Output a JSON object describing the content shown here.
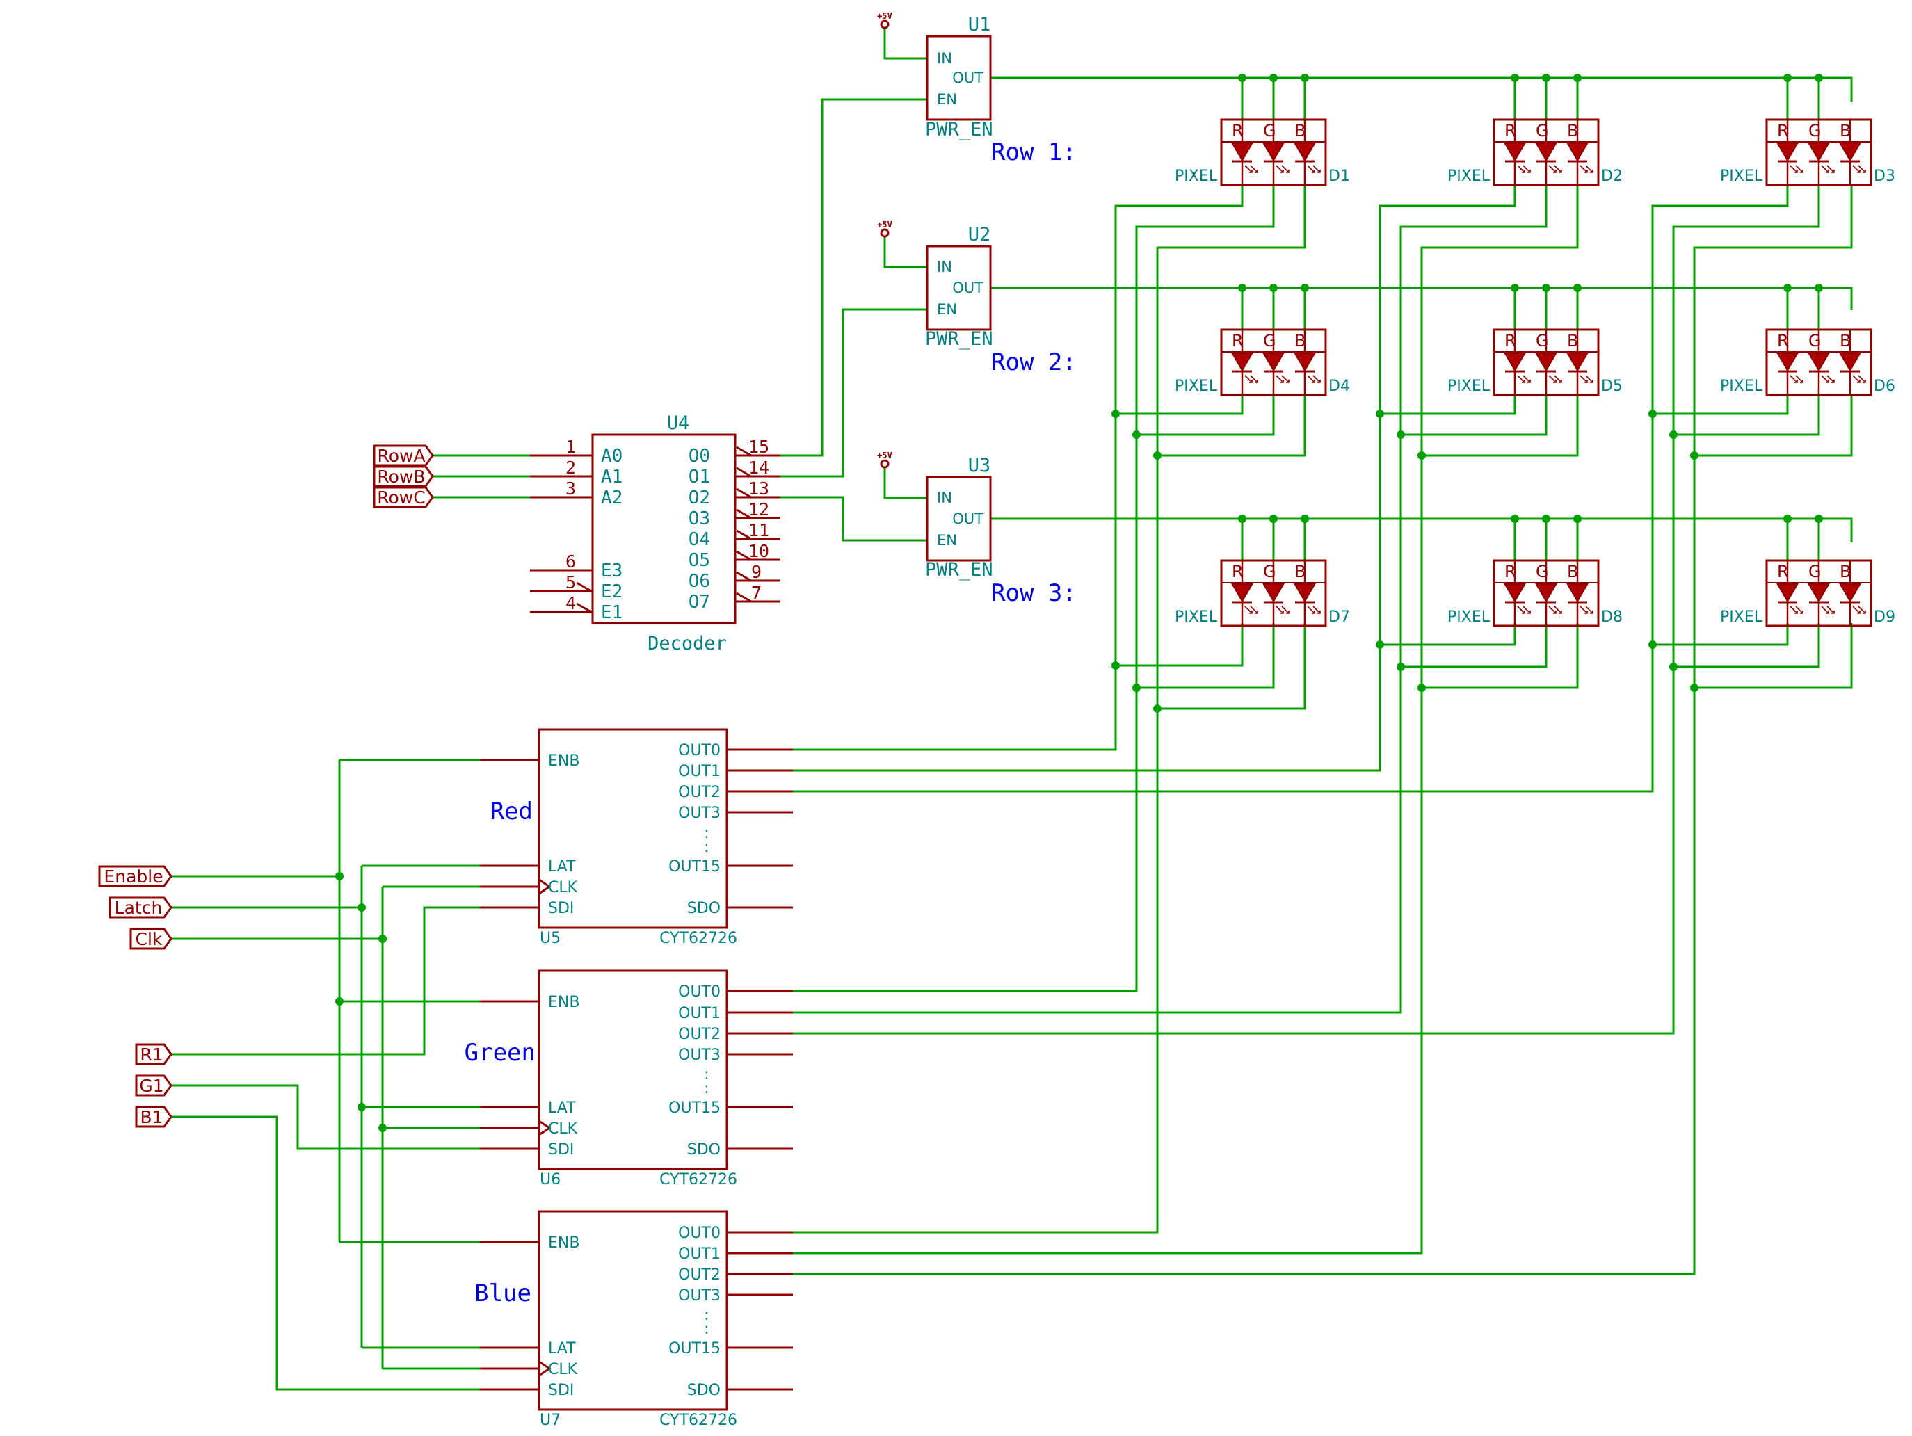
{
  "supply": {
    "label": "+5V"
  },
  "regulators": [
    {
      "ref": "U1",
      "value": "PWR_EN",
      "pin_in": "IN",
      "pin_out": "OUT",
      "pin_en": "EN",
      "row_note": "Row 1:"
    },
    {
      "ref": "U2",
      "value": "PWR_EN",
      "pin_in": "IN",
      "pin_out": "OUT",
      "pin_en": "EN",
      "row_note": "Row 2:"
    },
    {
      "ref": "U3",
      "value": "PWR_EN",
      "pin_in": "IN",
      "pin_out": "OUT",
      "pin_en": "EN",
      "row_note": "Row 3:"
    }
  ],
  "decoder": {
    "ref": "U4",
    "value": "Decoder",
    "inputs": [
      {
        "num": "1",
        "name": "A0"
      },
      {
        "num": "2",
        "name": "A1"
      },
      {
        "num": "3",
        "name": "A2"
      },
      {
        "num": "6",
        "name": "E3"
      },
      {
        "num": "5",
        "name": "E2"
      },
      {
        "num": "4",
        "name": "E1"
      }
    ],
    "outputs": [
      {
        "num": "15",
        "name": "O0"
      },
      {
        "num": "14",
        "name": "O1"
      },
      {
        "num": "13",
        "name": "O2"
      },
      {
        "num": "12",
        "name": "O3"
      },
      {
        "num": "11",
        "name": "O4"
      },
      {
        "num": "10",
        "name": "O5"
      },
      {
        "num": "9",
        "name": "O6"
      },
      {
        "num": "7",
        "name": "O7"
      }
    ]
  },
  "row_labels": [
    "RowA",
    "RowB",
    "RowC"
  ],
  "control_labels": [
    "Enable",
    "Latch",
    "Clk"
  ],
  "data_labels": [
    "R1",
    "G1",
    "B1"
  ],
  "drivers": [
    {
      "ref": "U5",
      "value": "CYT62726",
      "color_note": "Red"
    },
    {
      "ref": "U6",
      "value": "CYT62726",
      "color_note": "Green"
    },
    {
      "ref": "U7",
      "value": "CYT62726",
      "color_note": "Blue"
    }
  ],
  "driver_pins": {
    "left": [
      "ENB",
      "LAT",
      "CLK",
      "SDI"
    ],
    "right": [
      "OUT0",
      "OUT1",
      "OUT2",
      "OUT3",
      "OUT15",
      "SDO"
    ],
    "ellipsis": ":"
  },
  "pixel": {
    "value": "PIXEL",
    "channels": [
      "R",
      "G",
      "B"
    ]
  },
  "leds": [
    "D1",
    "D2",
    "D3",
    "D4",
    "D5",
    "D6",
    "D7",
    "D8",
    "D9"
  ]
}
